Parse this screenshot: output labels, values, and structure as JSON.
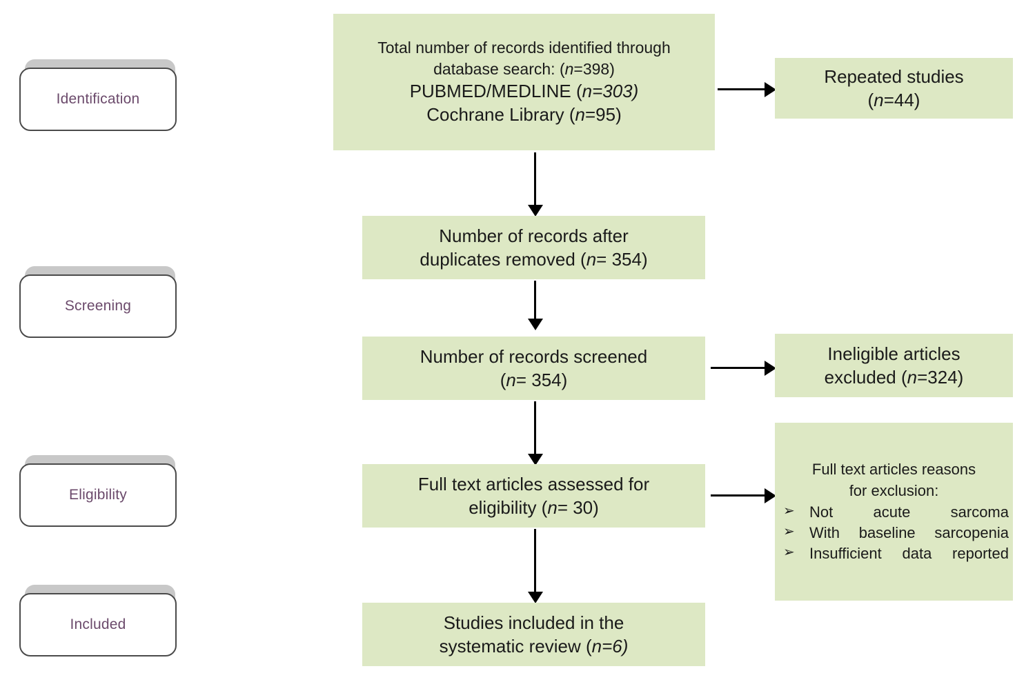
{
  "diagram": {
    "title": "PRISMA study selection flow diagram",
    "colors": {
      "box_fill": "#dde8c4",
      "stage_label_text": "#6b4a6b",
      "stage_border": "#4a4a4a",
      "stage_shadow": "#c8c8c8",
      "connector": "#000000",
      "page_background": "#ffffff"
    }
  },
  "stages": [
    {
      "label": "Identification"
    },
    {
      "label": "Screening"
    },
    {
      "label": "Eligibility"
    },
    {
      "label": "Included"
    }
  ],
  "flow": {
    "identification": {
      "line1": "Total number of records identified through",
      "line2_pre": "database search: (",
      "line2_n": "n",
      "line2_post": "=398)",
      "line3_pre": "PUBMED/MEDLINE (",
      "line3_n": "n",
      "line3_post": "=303)",
      "line4_pre": "Cochrane Library (",
      "line4_n": "n",
      "line4_post": "=95)"
    },
    "duplicates_removed": {
      "line1": "Number of records after",
      "line2_pre": "duplicates removed (",
      "line2_n": "n",
      "line2_post": "= 354)"
    },
    "records_screened": {
      "line1": "Number of records screened",
      "line2_pre": "(",
      "line2_n": "n",
      "line2_post": "= 354)"
    },
    "full_text_assessed": {
      "line1": "Full text articles assessed for",
      "line2_pre": "eligibility  (",
      "line2_n": "n",
      "line2_post": "= 30)"
    },
    "included": {
      "line1": "Studies included in the",
      "line2_pre": "systematic review (",
      "line2_n": "n",
      "line2_post": "=6)"
    }
  },
  "excluded": {
    "repeated_studies": {
      "line1": "Repeated studies",
      "line2_pre": "(",
      "line2_n": "n",
      "line2_post": "=44)"
    },
    "ineligible_articles": {
      "line1": "Ineligible articles",
      "line2_pre": "excluded (",
      "line2_n": "n",
      "line2_post": "=324)"
    },
    "reasons": {
      "heading_line1": "Full text articles reasons",
      "heading_line2": "for exclusion:",
      "bullet_glyph": "➢",
      "items": [
        "Not acute sarcoma",
        "With baseline sarcopenia",
        "Insufficient data reported"
      ]
    }
  }
}
